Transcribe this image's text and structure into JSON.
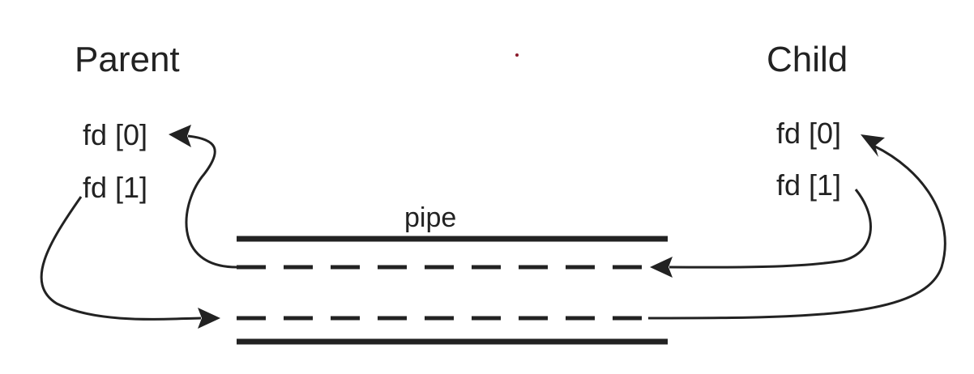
{
  "parent": {
    "title": "Parent",
    "fd0": "fd [0]",
    "fd1": "fd [1]"
  },
  "child": {
    "title": "Child",
    "fd0": "fd [0]",
    "fd1": "fd [1]"
  },
  "pipe": {
    "label": "pipe"
  },
  "colors": {
    "ink": "#222222",
    "background": "#ffffff"
  }
}
